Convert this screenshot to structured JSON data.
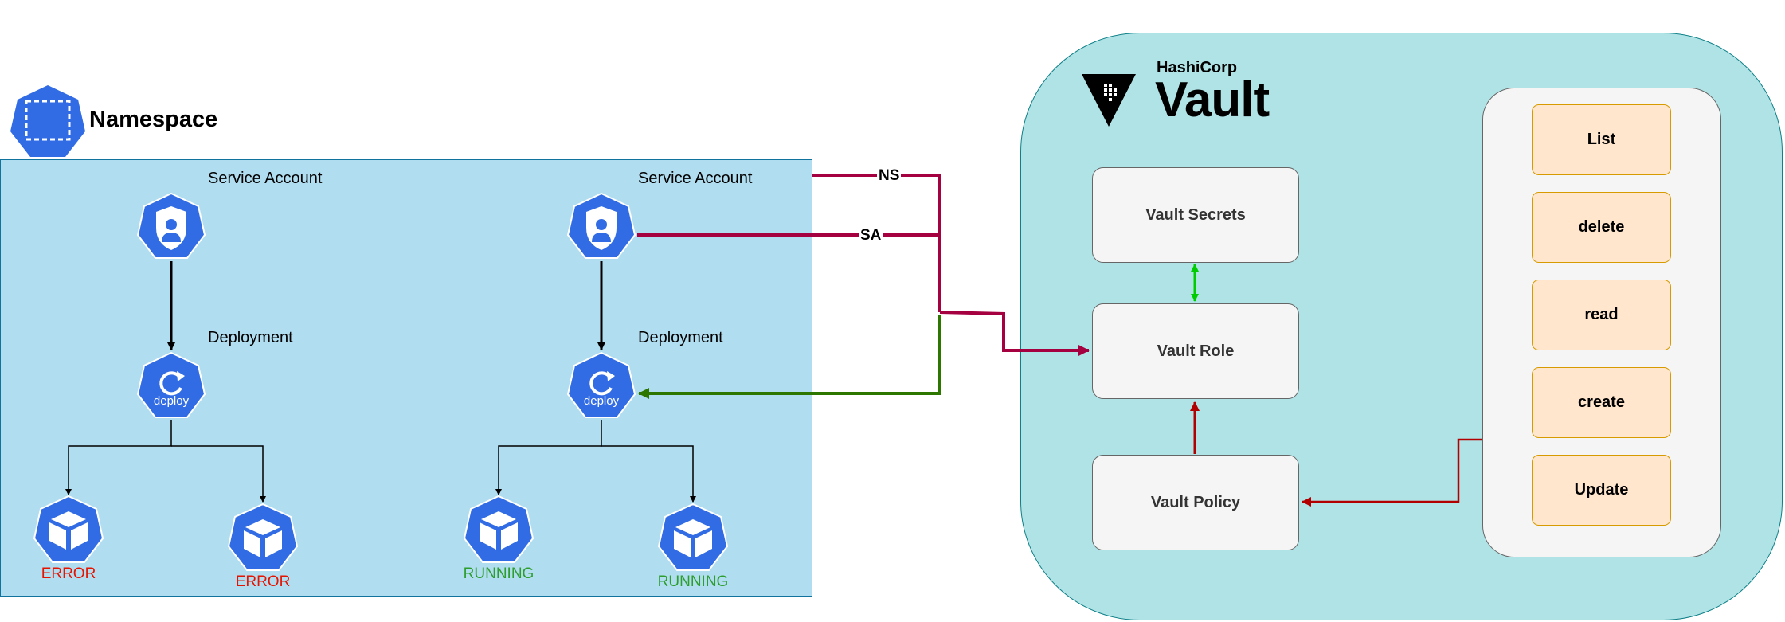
{
  "namespace": {
    "title": "Namespace"
  },
  "left_group": {
    "sa_label": "Service Account",
    "deploy_label": "Deployment",
    "deploy_icon_text": "deploy",
    "pods": [
      {
        "status": "ERROR"
      },
      {
        "status": "ERROR"
      }
    ]
  },
  "right_group": {
    "sa_label": "Service Account",
    "deploy_label": "Deployment",
    "deploy_icon_text": "deploy",
    "pods": [
      {
        "status": "RUNNING"
      },
      {
        "status": "RUNNING"
      }
    ]
  },
  "edges": {
    "ns_label": "NS",
    "sa_label": "SA"
  },
  "vault": {
    "brand_small": "HashiCorp",
    "brand_large": "Vault",
    "secrets": "Vault Secrets",
    "role": "Vault Role",
    "policy": "Vault Policy"
  },
  "permissions": [
    "List",
    "delete",
    "read",
    "create",
    "Update"
  ],
  "colors": {
    "error": "#e51400",
    "running": "#2d9e2d",
    "k8s_blue": "#326ce5",
    "crimson": "#a50040",
    "green": "#2d7600",
    "bright_green": "#00cc00",
    "dark_red": "#b20000"
  }
}
